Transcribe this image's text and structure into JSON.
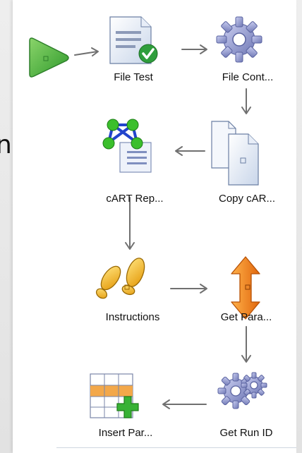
{
  "background_text": "ng.",
  "nodes": [
    {
      "id": "start",
      "label": "",
      "icon": "play-icon"
    },
    {
      "id": "file-test",
      "label": "File Test",
      "icon": "document-check-icon"
    },
    {
      "id": "file-content",
      "label": "File Cont...",
      "icon": "gear-icon"
    },
    {
      "id": "copy-cart",
      "label": "Copy cAR...",
      "icon": "copy-documents-icon"
    },
    {
      "id": "cart-report",
      "label": "cART Rep...",
      "icon": "network-report-icon"
    },
    {
      "id": "instructions",
      "label": "Instructions",
      "icon": "footprints-icon"
    },
    {
      "id": "get-parameters",
      "label": "Get Para...",
      "icon": "vertical-arrows-icon"
    },
    {
      "id": "get-run-id",
      "label": "Get Run ID",
      "icon": "gears-icon"
    },
    {
      "id": "insert-parameters",
      "label": "Insert Par...",
      "icon": "table-add-icon"
    }
  ],
  "colors": {
    "arrow": "#707070",
    "start_green": "#3fae3b",
    "gear": "#8a93c8",
    "footprint": "#f2b51c",
    "orange_arrow": "#f0821e",
    "plus_green": "#38b236"
  }
}
